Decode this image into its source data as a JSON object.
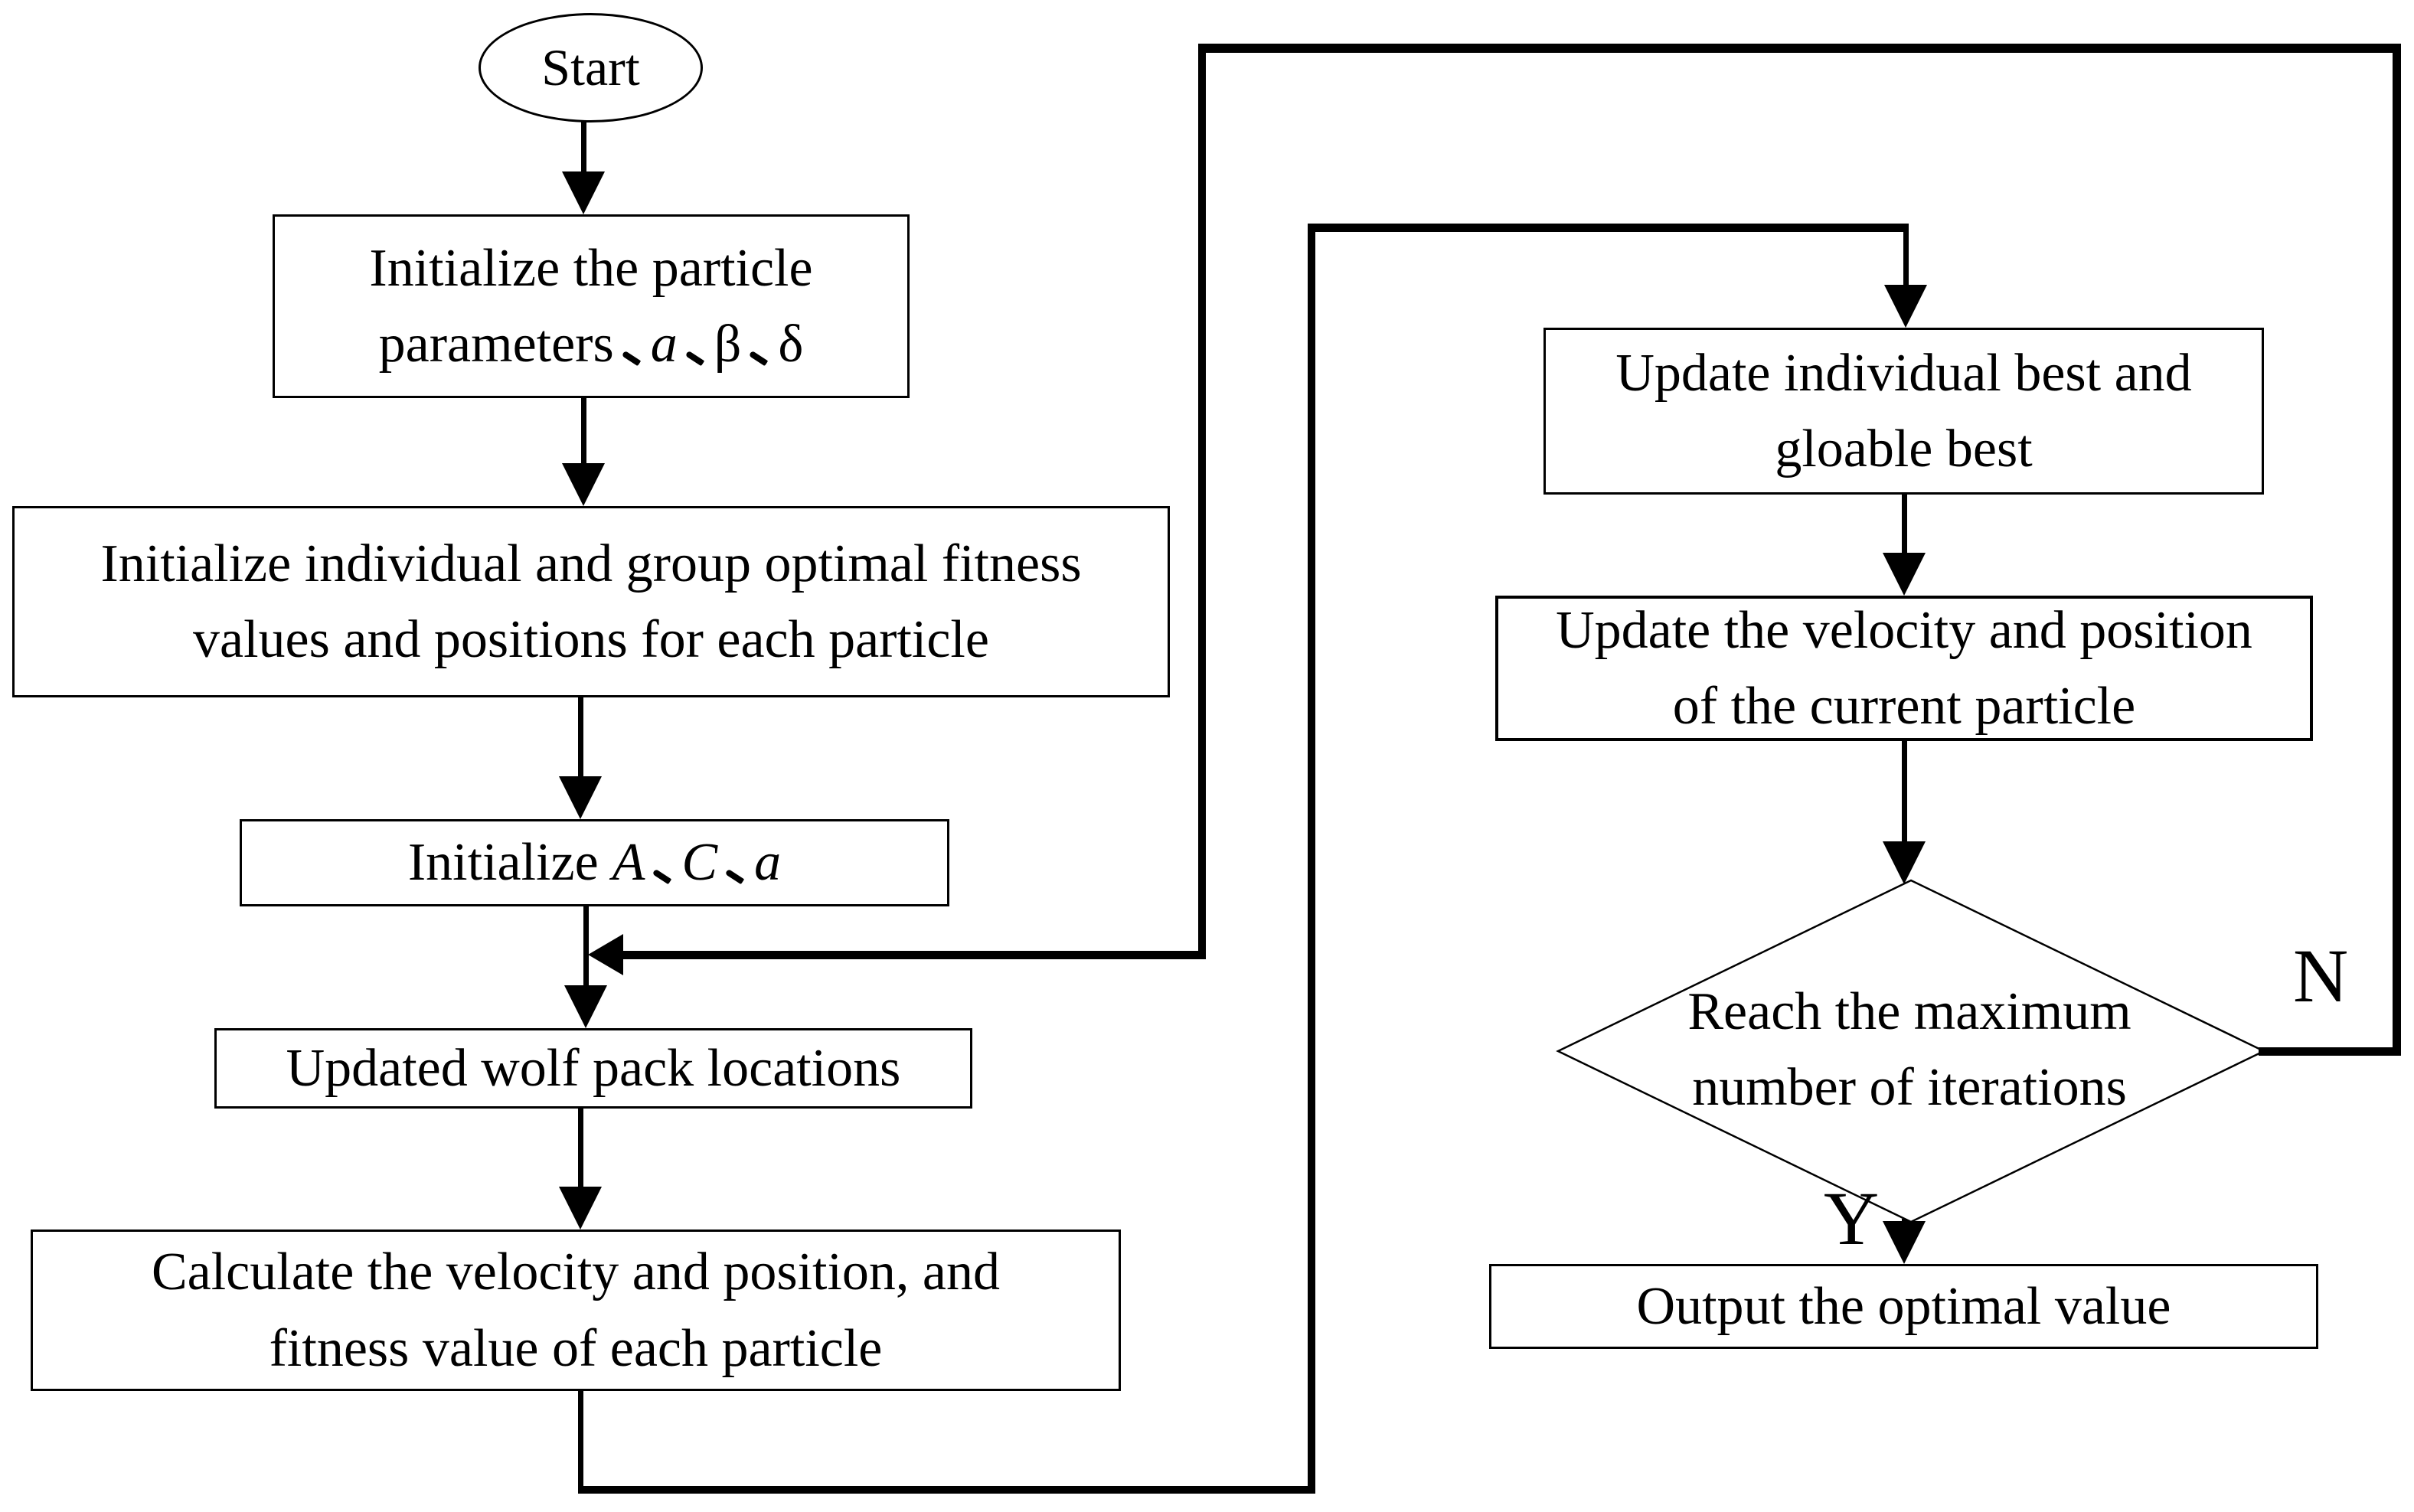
{
  "figure": {
    "type": "flowchart",
    "background_color": "#ffffff",
    "stroke_color": "#000000"
  },
  "nodes": {
    "start": {
      "shape": "terminator",
      "label": "Start"
    },
    "init_particle": {
      "shape": "process",
      "line1": "Initialize the particle",
      "line2_prefix": "parameters",
      "separator": "、",
      "params": [
        "a",
        "β",
        "δ"
      ],
      "full_text": "Initialize the particle parameters、a、β、δ"
    },
    "init_fitness": {
      "shape": "process",
      "line1": "Initialize individual and group optimal fitness",
      "line2": "values and positions for each particle"
    },
    "init_aca": {
      "shape": "process",
      "prefix": "Initialize",
      "separator": "、",
      "params": [
        "A",
        "C",
        "a"
      ],
      "full_text": "Initialize A、C、a"
    },
    "update_wolf": {
      "shape": "process",
      "label": "Updated wolf pack locations"
    },
    "calc_velocity": {
      "shape": "process",
      "line1": "Calculate the velocity and position, and",
      "line2": "fitness value of each particle"
    },
    "update_best": {
      "shape": "process",
      "line1": "Update individual best and",
      "line2": "gloable best"
    },
    "update_velocity": {
      "shape": "process",
      "line1": "Update the velocity and position",
      "line2": "of the current particle"
    },
    "reach_max": {
      "shape": "decision",
      "line1": "Reach the maximum",
      "line2": "number of iterations"
    },
    "output": {
      "shape": "process",
      "label": "Output the optimal value"
    }
  },
  "edge_labels": {
    "no": "N",
    "yes": "Y"
  }
}
